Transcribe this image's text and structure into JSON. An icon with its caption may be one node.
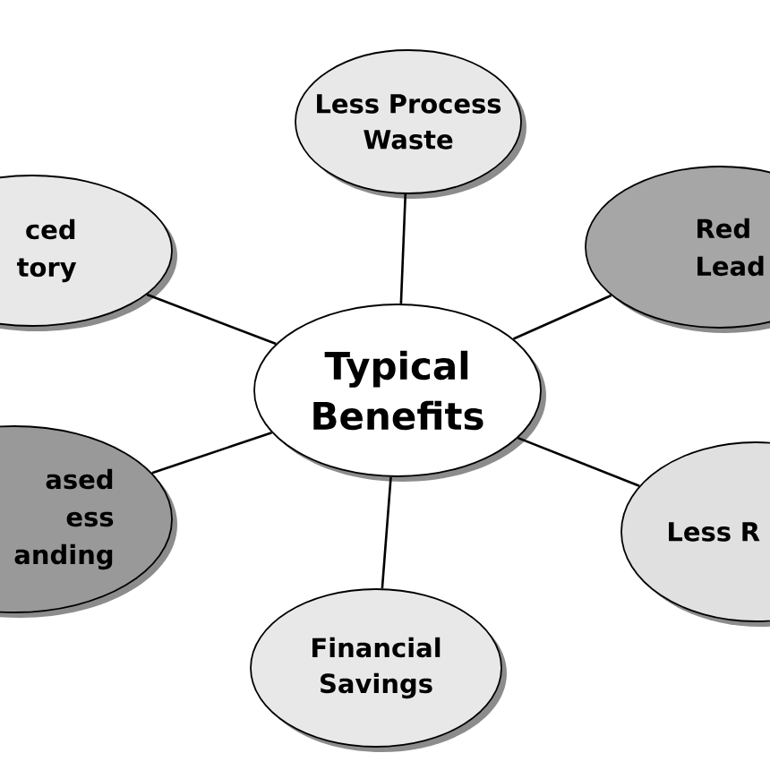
{
  "diagram": {
    "nodes": [
      {
        "text": [
          "Typical Benefits"
        ]
      },
      {
        "text": [
          "Less Process Waste"
        ]
      },
      {
        "text": [
          "ced tory"
        ]
      },
      {
        "text": [
          "Red Lead"
        ]
      },
      {
        "text": [
          "ased ess anding"
        ]
      },
      {
        "text": [
          "Less R"
        ]
      },
      {
        "text": [
          "Financial Savings"
        ]
      }
    ],
    "edges": [
      {
        "from": 0,
        "to": 1,
        "arrow": "none"
      },
      {
        "from": 0,
        "to": 2,
        "arrow": "none"
      },
      {
        "from": 0,
        "to": 3,
        "arrow": "none"
      },
      {
        "from": 0,
        "to": 4,
        "arrow": "none"
      },
      {
        "from": 0,
        "to": 5,
        "arrow": "none"
      },
      {
        "from": 0,
        "to": 6,
        "arrow": "none"
      }
    ]
  }
}
